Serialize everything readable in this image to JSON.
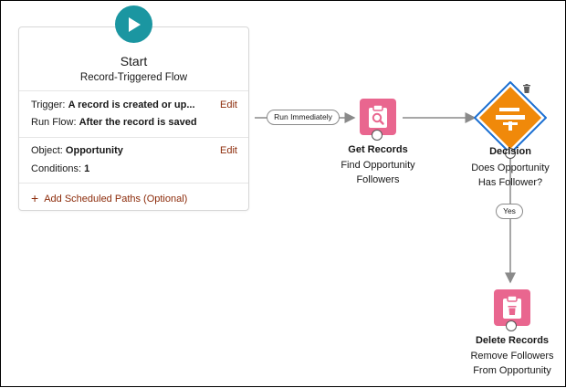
{
  "start": {
    "title": "Start",
    "subtitle": "Record-Triggered Flow",
    "trigger_label": "Trigger:",
    "trigger_value": "A record is created or up...",
    "run_flow_label": "Run Flow:",
    "run_flow_value": "After the record is saved",
    "edit_label": "Edit",
    "object_label": "Object:",
    "object_value": "Opportunity",
    "conditions_label": "Conditions:",
    "conditions_value": "1",
    "add_paths_label": "Add Scheduled Paths (Optional)"
  },
  "connectors": {
    "run_immediately": "Run Immediately",
    "yes": "Yes"
  },
  "get_records": {
    "title": "Get Records",
    "desc_line1": "Find Opportunity",
    "desc_line2": "Followers"
  },
  "decision": {
    "title": "Decision",
    "desc_line1": "Does Opportunity",
    "desc_line2": "Has Follower?"
  },
  "delete_records": {
    "title": "Delete Records",
    "desc_line1": "Remove Followers",
    "desc_line2": "From Opportunity"
  },
  "colors": {
    "start_teal": "#1b96a1",
    "records_pink": "#e9668f",
    "decision_orange": "#f0890a",
    "selection_blue": "#1b6fd2",
    "link_rust": "#8c2b0a"
  },
  "icons": {
    "start": "play-icon",
    "get_records": "clipboard-search-icon",
    "decision": "decision-icon",
    "delete_records": "clipboard-delete-icon",
    "delete_element": "trash-icon",
    "add": "plus-icon"
  }
}
